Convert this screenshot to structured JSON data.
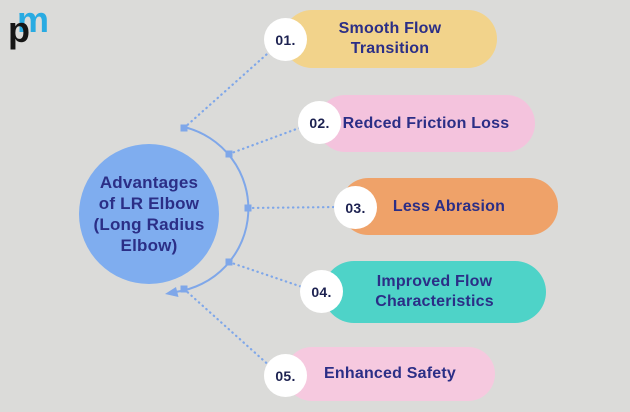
{
  "colors": {
    "background": "#dbdbd9",
    "connector": "#7fa7e9",
    "center_circle": "#7fadef",
    "pill_text": "#2b2e86",
    "number_text": "#1c2150",
    "badge_bg": "#ffffff",
    "logo_blue": "#29abe2",
    "logo_black": "#161616"
  },
  "logo": {
    "letter_m": "m",
    "letter_p": "p"
  },
  "center": {
    "title_lines": [
      "Advantages",
      "of LR Elbow",
      "(Long Radius",
      "Elbow)"
    ]
  },
  "items": [
    {
      "number": "01.",
      "label": "Smooth Flow Transition",
      "color": "#f2d38b"
    },
    {
      "number": "02.",
      "label": "Redced Friction Loss",
      "color": "#f4c3dd"
    },
    {
      "number": "03.",
      "label": "Less Abrasion",
      "color": "#efa269"
    },
    {
      "number": "04.",
      "label": "Improved Flow Characteristics",
      "color": "#4ed3c8"
    },
    {
      "number": "05.",
      "label": "Enhanced Safety",
      "color": "#f6c9df"
    }
  ]
}
